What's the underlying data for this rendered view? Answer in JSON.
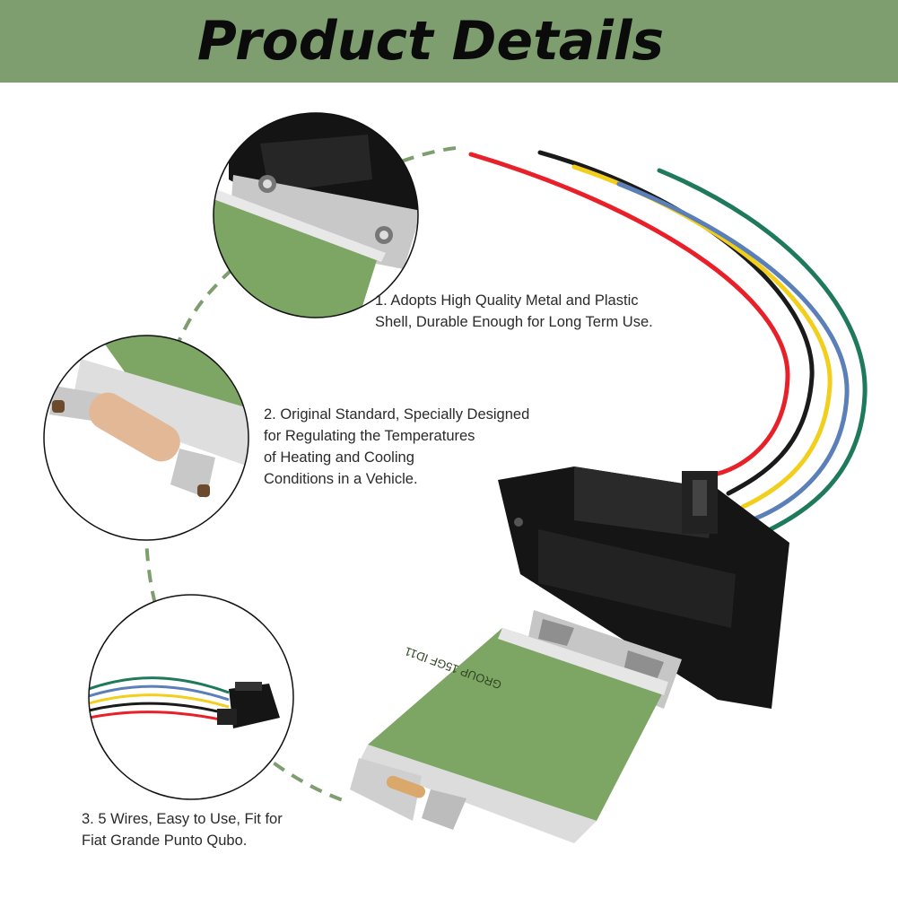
{
  "header": {
    "title": "Product Details",
    "background_color": "#7e9e70"
  },
  "callouts": [
    {
      "number": "1.",
      "text": "1. Adopts High Quality Metal and Plastic\nShell, Durable Enough for Long Term Use."
    },
    {
      "number": "2.",
      "text": "2. Original Standard, Specially Designed\nfor Regulating the Temperatures\nof Heating and Cooling\nConditions in a Vehicle."
    },
    {
      "number": "3.",
      "text": "3. 5 Wires, Easy to Use, Fit for\nFiat Grande Punto Qubo."
    }
  ],
  "product": {
    "wire_colors": [
      "#e8202a",
      "#1a1a1a",
      "#f2cf1c",
      "#5b7fb9",
      "#1e7a5a"
    ],
    "resistor_label": "GROUP 15GF ID11"
  },
  "colors": {
    "connector": "#151515",
    "resistor_green": "#7da563",
    "dash_line": "#7e9e70"
  }
}
